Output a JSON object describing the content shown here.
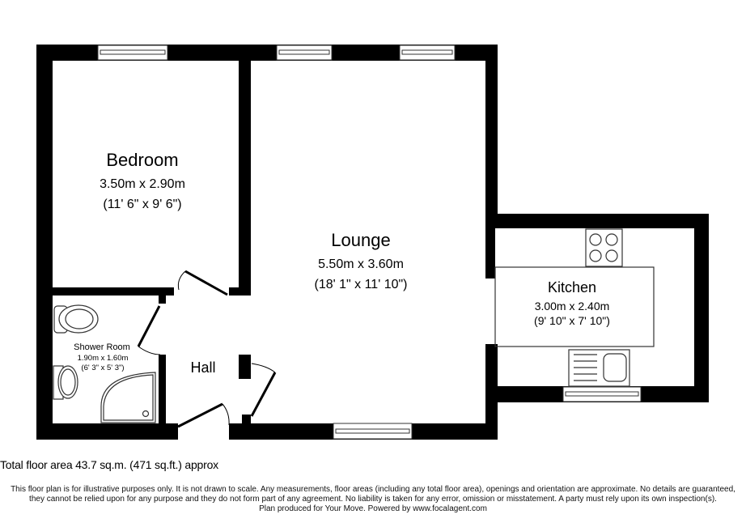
{
  "rooms": {
    "bedroom": {
      "name": "Bedroom",
      "metric": "3.50m x 2.90m",
      "imperial": "(11' 6\" x 9' 6\")"
    },
    "lounge": {
      "name": "Lounge",
      "metric": "5.50m x 3.60m",
      "imperial": "(18' 1\" x 11' 10\")"
    },
    "kitchen": {
      "name": "Kitchen",
      "metric": "3.00m x 2.40m",
      "imperial": "(9' 10\" x 7' 10\")"
    },
    "shower_room": {
      "name": "Shower Room",
      "metric": "1.90m x 1.60m",
      "imperial": "(6' 3\" x 5' 3\")"
    },
    "hall": {
      "name": "Hall"
    }
  },
  "footer": {
    "total_area": "Total floor area 43.7 sq.m. (471 sq.ft.) approx",
    "disclaimer_lines": [
      "This floor plan is for illustrative purposes only. It is not drawn to scale. Any measurements, floor areas (including any total floor area), openings and orientation are approximate. No details are guaranteed,",
      "they cannot be relied upon for any purpose and they do not form part of any agreement. No liability is taken for any error, omission or misstatement. A party must rely upon its own inspection(s).",
      "Plan produced for Your Move. Powered by www.focalagent.com"
    ]
  },
  "colors": {
    "wall": "#000000",
    "background": "#ffffff",
    "fixture_stroke": "#333333"
  }
}
